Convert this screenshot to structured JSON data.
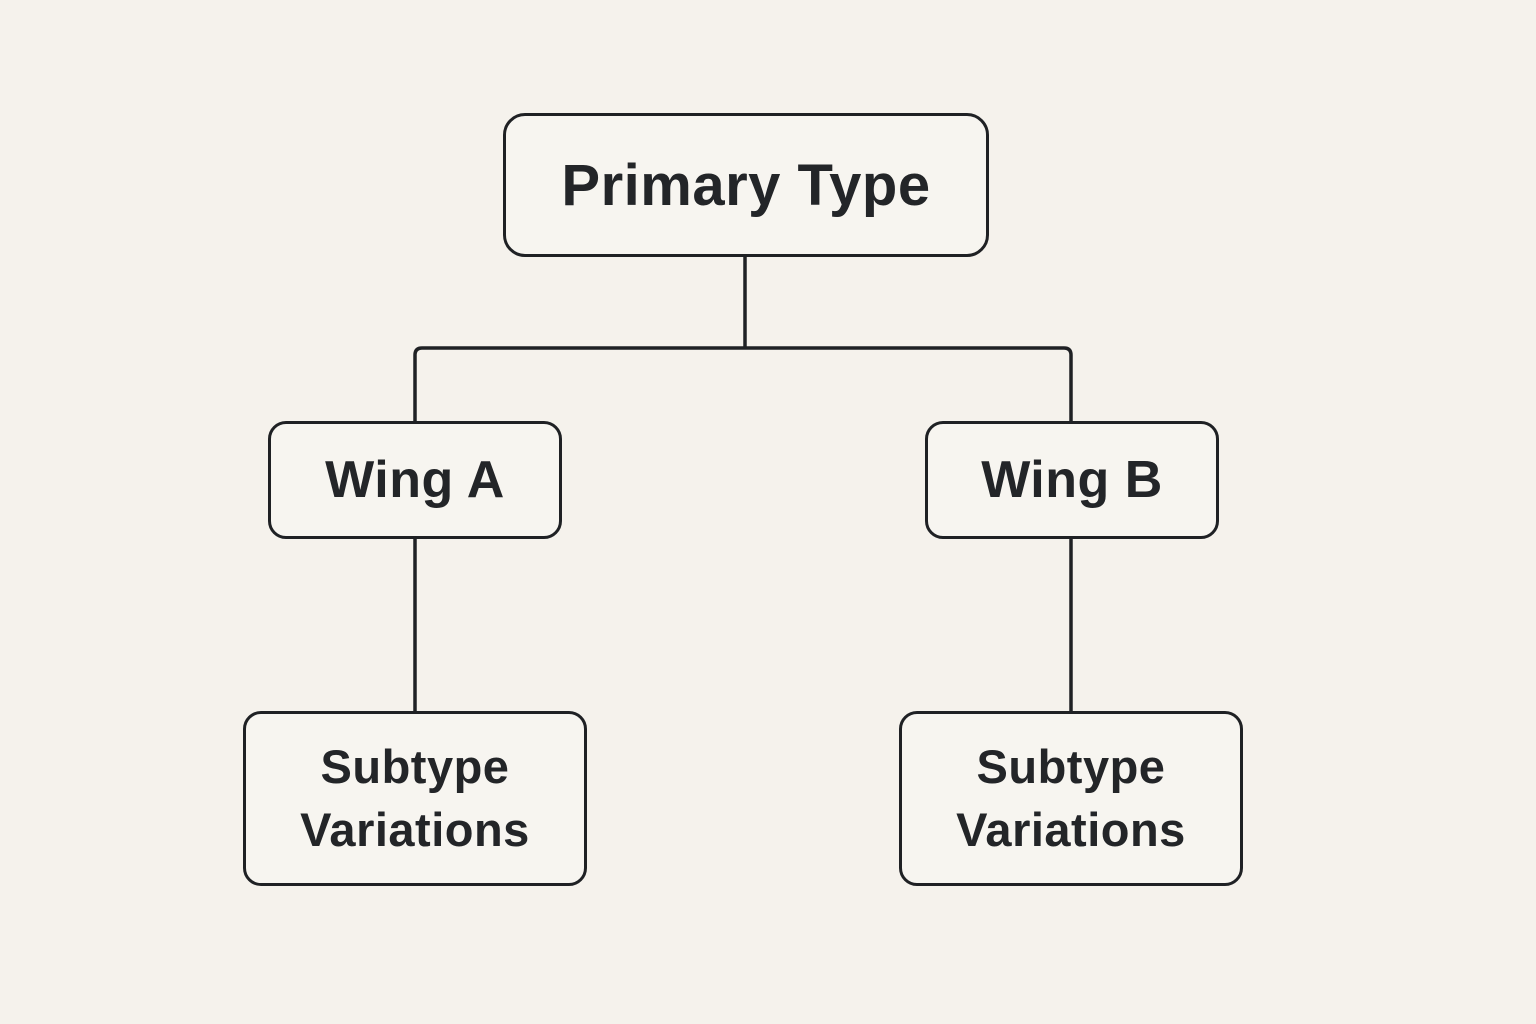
{
  "diagram": {
    "type": "tree",
    "root": {
      "label": "Primary Type"
    },
    "branches": [
      {
        "label": "Wing A",
        "child": {
          "label": "Subtype Variations"
        }
      },
      {
        "label": "Wing B",
        "child": {
          "label": "Subtype Variations"
        }
      }
    ],
    "colors": {
      "background": "#f5f2ec",
      "node_fill": "#f7f5f0",
      "node_border": "#1f2124",
      "text": "#232528",
      "connector": "#1f2124"
    }
  }
}
